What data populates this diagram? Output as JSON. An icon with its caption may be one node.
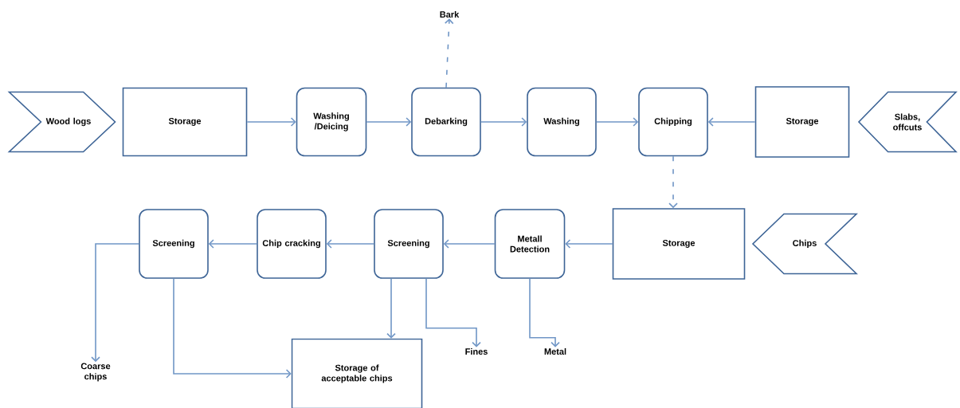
{
  "diagram": {
    "nodes": [
      {
        "text": [
          "Wood logs"
        ]
      },
      {
        "text": [
          "Storage"
        ]
      },
      {
        "text": [
          "Washing /Deicing"
        ]
      },
      {
        "text": [
          "Debarking"
        ]
      },
      {
        "text": [
          "Washing"
        ]
      },
      {
        "text": [
          "Chipping"
        ]
      },
      {
        "text": [
          "Storage"
        ]
      },
      {
        "text": [
          "Slabs, offcuts"
        ]
      },
      {
        "text": [
          "Bark"
        ]
      },
      {
        "text": [
          "Storage"
        ]
      },
      {
        "text": [
          "Chips"
        ]
      },
      {
        "text": [
          "Metall Detection"
        ]
      },
      {
        "text": [
          "Screening"
        ]
      },
      {
        "text": [
          "Chip cracking"
        ]
      },
      {
        "text": [
          "Screening"
        ]
      },
      {
        "text": [
          "Coarse chips"
        ]
      },
      {
        "text": [
          "Storage of acceptable chips"
        ]
      },
      {
        "text": [
          "Fines"
        ]
      },
      {
        "text": [
          "Metal"
        ]
      }
    ],
    "edges": [
      {
        "from": 1,
        "to": 2,
        "arrow": "to"
      },
      {
        "from": 2,
        "to": 3,
        "arrow": "to"
      },
      {
        "from": 3,
        "to": 8,
        "arrow": "to",
        "style": "dashed"
      },
      {
        "from": 3,
        "to": 4,
        "arrow": "to"
      },
      {
        "from": 4,
        "to": 5,
        "arrow": "to"
      },
      {
        "from": 6,
        "to": 5,
        "arrow": "to"
      },
      {
        "from": 5,
        "to": 9,
        "arrow": "to",
        "style": "dashed"
      },
      {
        "from": 9,
        "to": 11,
        "arrow": "to"
      },
      {
        "from": 11,
        "to": 12,
        "arrow": "to"
      },
      {
        "from": 11,
        "to": 18,
        "arrow": "to"
      },
      {
        "from": 12,
        "to": 13,
        "arrow": "to"
      },
      {
        "from": 12,
        "to": 16,
        "arrow": "to"
      },
      {
        "from": 12,
        "to": 17,
        "arrow": "to"
      },
      {
        "from": 13,
        "to": 14,
        "arrow": "to"
      },
      {
        "from": 14,
        "to": 15,
        "arrow": "to"
      },
      {
        "from": 14,
        "to": 16,
        "arrow": "to"
      }
    ]
  }
}
